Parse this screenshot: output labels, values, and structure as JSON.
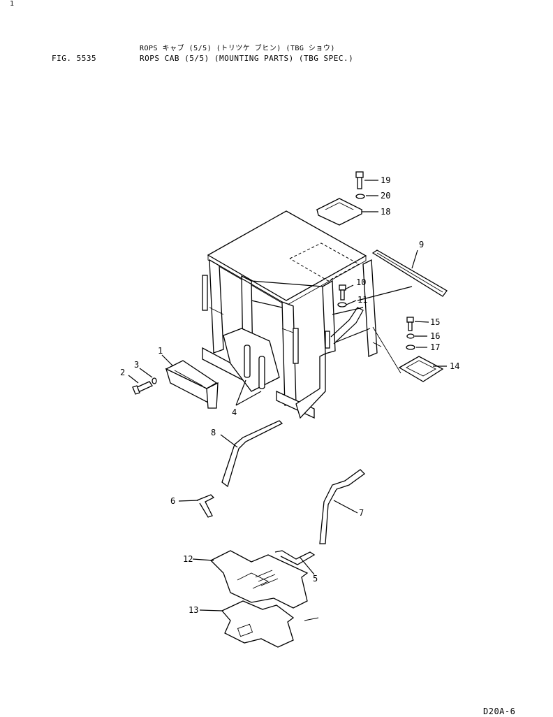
{
  "header": {
    "corner_mark": "1",
    "fig_label": "FIG. 5535",
    "title_jp": "ROPS キャブ (5/5) (トリツケ ブヒン) (TBG ショウ)",
    "title_en": "ROPS CAB (5/5) (MOUNTING PARTS) (TBG SPEC.)"
  },
  "callouts": [
    "1",
    "2",
    "3",
    "4",
    "5",
    "6",
    "7",
    "8",
    "9",
    "10",
    "11",
    "12",
    "13",
    "14",
    "15",
    "16",
    "17",
    "18",
    "19",
    "20"
  ],
  "footer": {
    "page_code": "D20A-6"
  }
}
